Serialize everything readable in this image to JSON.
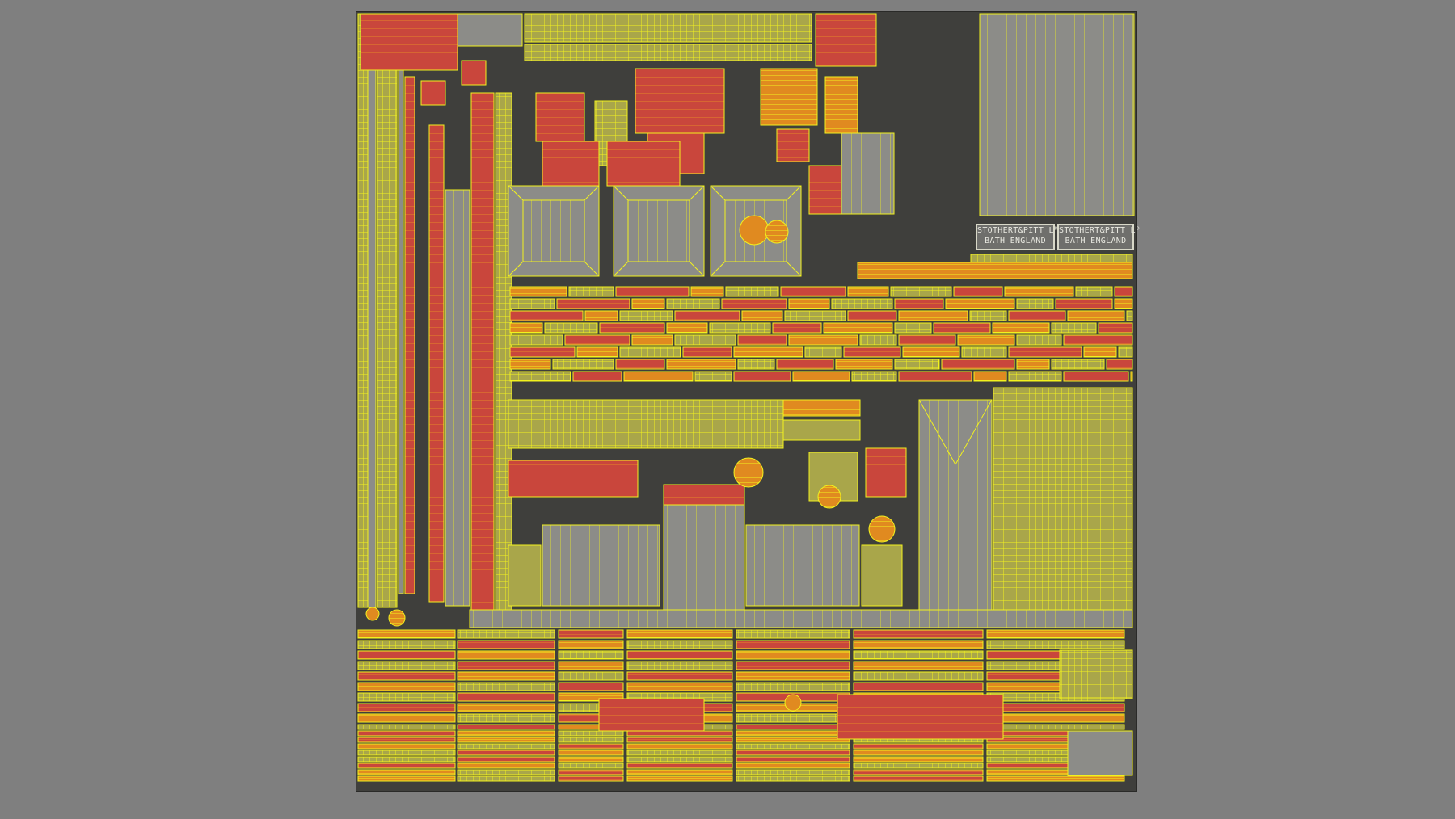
{
  "viewer": {
    "background": "#7f7f7f"
  },
  "texture": {
    "colors": {
      "background": "#3f3f3c",
      "wire": "#f2f21e",
      "red": "#c9463c",
      "orange": "#e08a20",
      "olive": "#a9a64a",
      "gray": "#8c8c88"
    },
    "plates": [
      {
        "line1": "STOTHERT&PITT Lᴰ",
        "line2": "BATH ENGLAND"
      },
      {
        "line1": "STOTHERT&PITT Lᴰ",
        "line2": "BATH ENGLAND"
      }
    ]
  }
}
